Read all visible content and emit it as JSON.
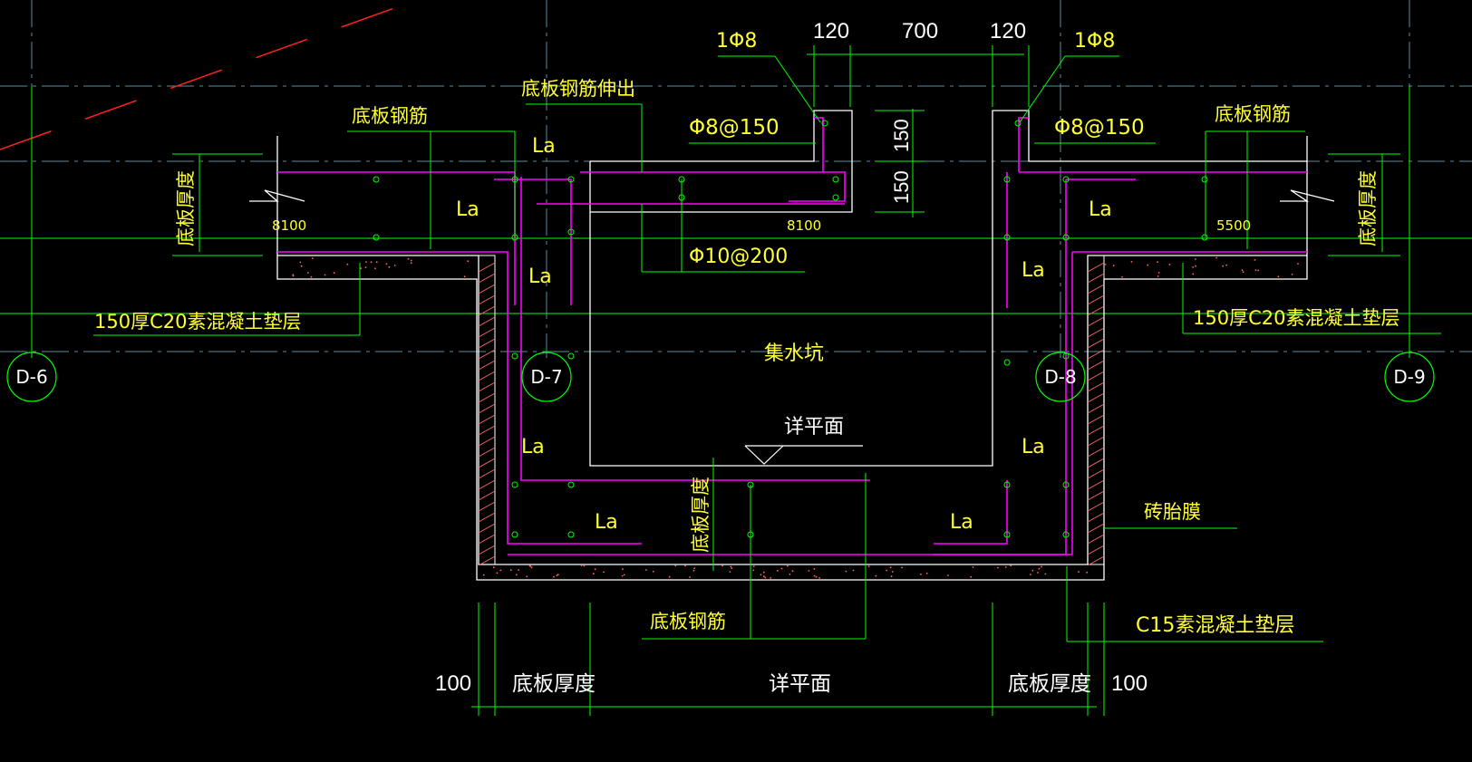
{
  "colors": {
    "background": "#000000",
    "dimension": "#00ff00",
    "rebar": "#ff00ff",
    "outline": "#ffffff",
    "annotation": "#ffff33",
    "axis_line": "#5a8ca0",
    "hatch": "#ff6666"
  },
  "axes": [
    {
      "id": "D-6",
      "label": "D-6"
    },
    {
      "id": "D-7",
      "label": "D-7"
    },
    {
      "id": "D-8",
      "label": "D-8"
    },
    {
      "id": "D-9",
      "label": "D-9"
    }
  ],
  "labels": {
    "left_stirrup": "1Φ8",
    "right_stirrup": "1Φ8",
    "top_dim_left": "120",
    "top_dim_mid": "700",
    "top_dim_right": "120",
    "bottom_bar_extend": "底板钢筋伸出",
    "slab_rebar_left": "底板钢筋",
    "slab_rebar_right": "底板钢筋",
    "slab_rebar_bottom": "底板钢筋",
    "left_rebar_spec": "Φ8@150",
    "right_rebar_spec": "Φ8@150",
    "dim_150_top": "150",
    "dim_150_bottom": "150",
    "rebar_10": "Φ10@200",
    "la": "La",
    "elev_left": "8100",
    "elev_mid": "8100",
    "elev_right": "5500",
    "slab_thickness": "底板厚度",
    "cushion_left": "150厚C20素混凝土垫层",
    "cushion_right": "150厚C20素混凝土垫层",
    "sump": "集水坑",
    "detail_plan": "详平面",
    "brick_mold": "砖胎膜",
    "c15_cushion": "C15素混凝土垫层",
    "dim_100_left": "100",
    "dim_100_right": "100",
    "bottom_thick_left": "底板厚度",
    "bottom_detail": "详平面",
    "bottom_thick_right": "底板厚度"
  }
}
